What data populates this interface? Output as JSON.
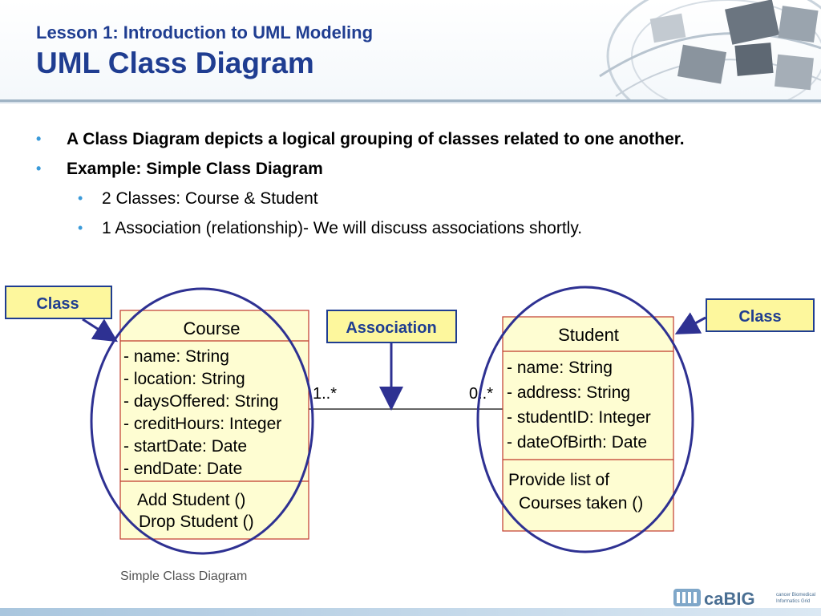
{
  "header": {
    "subtitle": "Lesson 1: Introduction to UML Modeling",
    "title": "UML Class Diagram"
  },
  "bullets": [
    {
      "text": "A Class Diagram depicts a logical grouping of classes related to one another.",
      "level": 1
    },
    {
      "text": "Example: Simple Class Diagram",
      "level": 1
    },
    {
      "text": "2 Classes: Course & Student",
      "level": 2
    },
    {
      "text": "1 Association (relationship)- We will discuss associations shortly.",
      "level": 2
    }
  ],
  "diagram": {
    "callouts": {
      "class_left": "Class",
      "association": "Association",
      "class_right": "Class"
    },
    "course": {
      "name": "Course",
      "attributes": [
        "- name: String",
        "- location: String",
        "- daysOffered: String",
        "- creditHours: Integer",
        "- startDate: Date",
        "- endDate: Date"
      ],
      "operations": [
        "Add Student ()",
        "Drop Student ()"
      ]
    },
    "student": {
      "name": "Student",
      "attributes": [
        "- name: String",
        "- address: String",
        "- studentID: Integer",
        "- dateOfBirth: Date"
      ],
      "operations": [
        "Provide list of",
        "Courses taken ()"
      ]
    },
    "association": {
      "left_multiplicity": "1..*",
      "right_multiplicity": "0..*"
    },
    "caption": "Simple Class Diagram"
  },
  "footer": {
    "logo_text": "caBIG",
    "logo_sub_1": "cancer Biomedical",
    "logo_sub_2": "Informatics Grid"
  },
  "colors": {
    "title_blue": "#1f3d91",
    "bullet_blue": "#3a9ad9",
    "class_fill": "#fefdd2",
    "class_border": "#c0392b",
    "ellipse_stroke": "#2e3192",
    "callout_fill": "#fdf79d",
    "callout_border": "#1f3d91"
  }
}
